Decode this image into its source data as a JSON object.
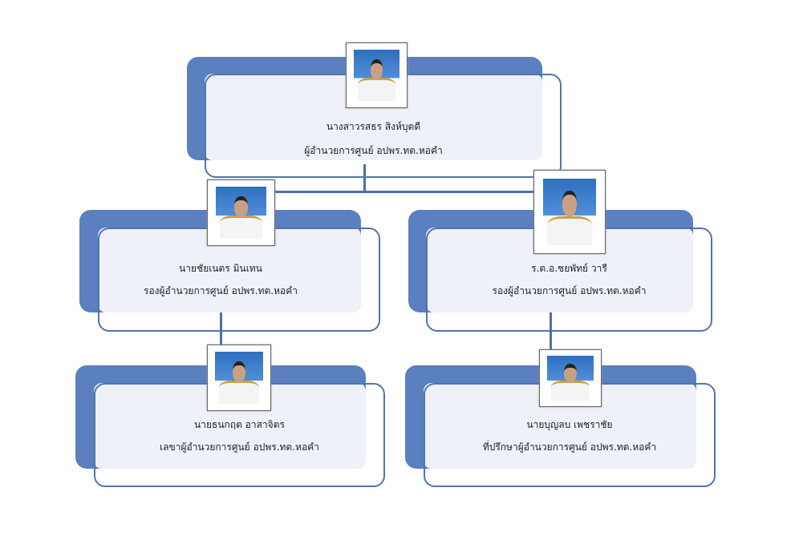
{
  "colors": {
    "accent": "#5a80c0",
    "panel": "#eef1f7",
    "outline": "#5474ac"
  },
  "nodes": {
    "director": {
      "name": "นางสาวรสธร สิงห์บุตดี",
      "title": "ผู้อำนวยการศูนย์ อปพร.ทต.หอคำ"
    },
    "deputy_left": {
      "name": "นายชัยเนตร มินเทน",
      "title": "รองผู้อำนวยการศูนย์ อปพร.ทต.หอคำ"
    },
    "deputy_right": {
      "name": "ร.ต.อ.ชยพัทย์ วารี",
      "title": "รองผู้อำนวยการศูนย์ อปพร.ทต.หอคำ"
    },
    "secretary": {
      "name": "นายธนกฤต อาสาจิตร",
      "title": "เลขาผู้อำนวยการศูนย์ อปพร.ทต.หอคำ"
    },
    "advisor": {
      "name": "นายบุญลบ เพชราชัย",
      "title": "ที่ปรึกษาผู้อำนวยการศูนย์ อปพร.ทต.หอคำ"
    }
  }
}
